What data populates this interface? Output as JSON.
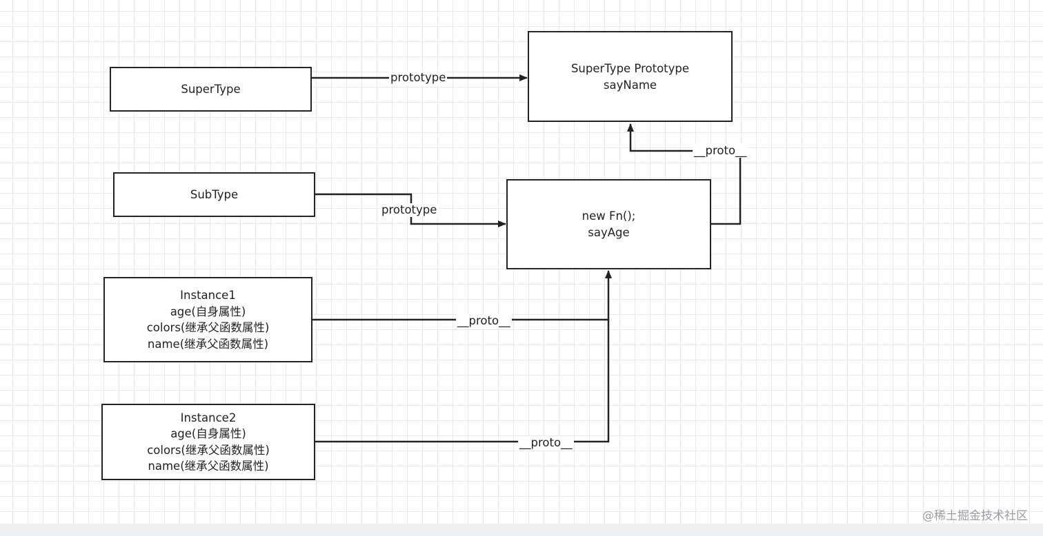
{
  "diagram": {
    "nodes": {
      "supertype": {
        "lines": [
          "SuperType"
        ]
      },
      "supertype_prototype": {
        "lines": [
          "SuperType Prototype",
          "sayName"
        ]
      },
      "subtype": {
        "lines": [
          "SubType"
        ]
      },
      "new_fn": {
        "lines": [
          "new Fn();",
          "sayAge"
        ]
      },
      "instance1": {
        "lines": [
          "Instance1",
          "age(自身属性)",
          "colors(继承父函数属性)",
          "name(继承父函数属性)"
        ]
      },
      "instance2": {
        "lines": [
          "Instance2",
          "age(自身属性)",
          "colors(继承父函数属性)",
          "name(继承父函数属性)"
        ]
      }
    },
    "edges": {
      "supertype_prototype": {
        "label": "prototype",
        "from": "SuperType",
        "to": "SuperType Prototype"
      },
      "subtype_prototype": {
        "label": "prototype",
        "from": "SubType",
        "to": "new Fn();"
      },
      "newfn_proto": {
        "label": "__proto__",
        "from": "new Fn();",
        "to": "SuperType Prototype"
      },
      "instance1_proto": {
        "label": "__proto__",
        "from": "Instance1",
        "to": "new Fn();"
      },
      "instance2_proto": {
        "label": "__proto__",
        "from": "Instance2",
        "to": "new Fn();"
      }
    },
    "colors": {
      "line": "#222222",
      "grid": "#e9e9e9",
      "background": "#ffffff",
      "watermark": "#9a9da3"
    }
  },
  "watermark": "@稀土掘金技术社区"
}
